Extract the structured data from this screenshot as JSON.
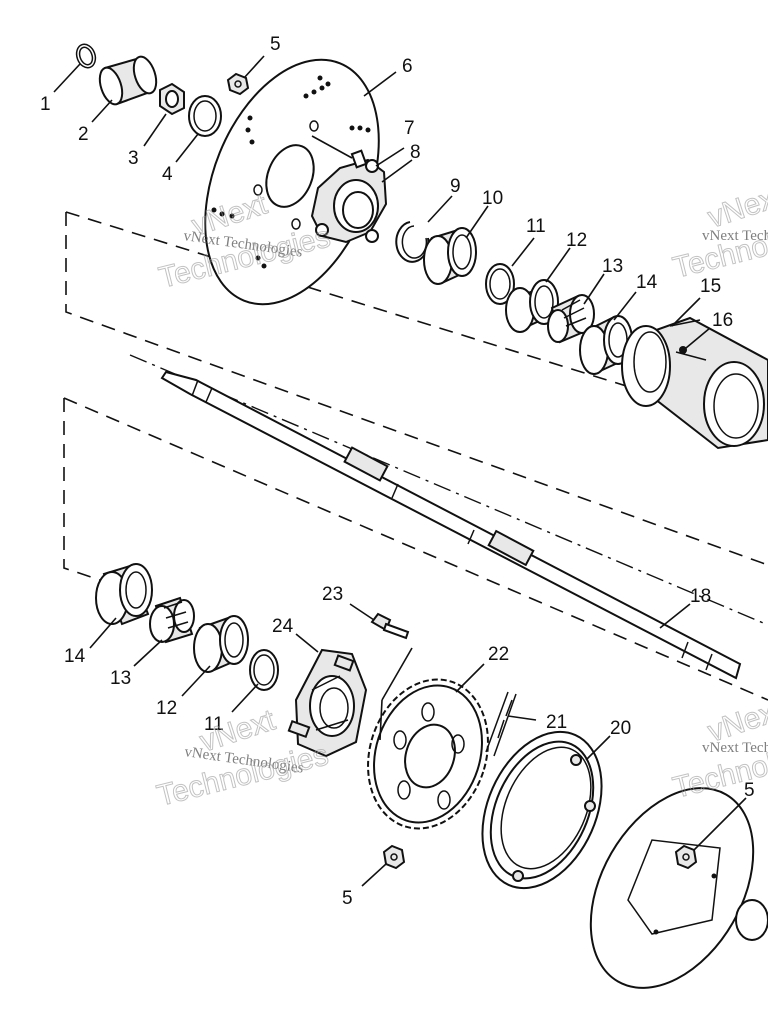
{
  "callouts": [
    "1",
    "2",
    "3",
    "4",
    "5",
    "6",
    "7",
    "8",
    "9",
    "10",
    "11",
    "12",
    "13",
    "14",
    "15",
    "16",
    "14",
    "13",
    "12",
    "11",
    "18",
    "23",
    "24",
    "22",
    "21",
    "20",
    "5",
    "5"
  ],
  "watermark": {
    "company": "vNext Technologies",
    "word1": "vNext",
    "word2": "Technologies"
  }
}
